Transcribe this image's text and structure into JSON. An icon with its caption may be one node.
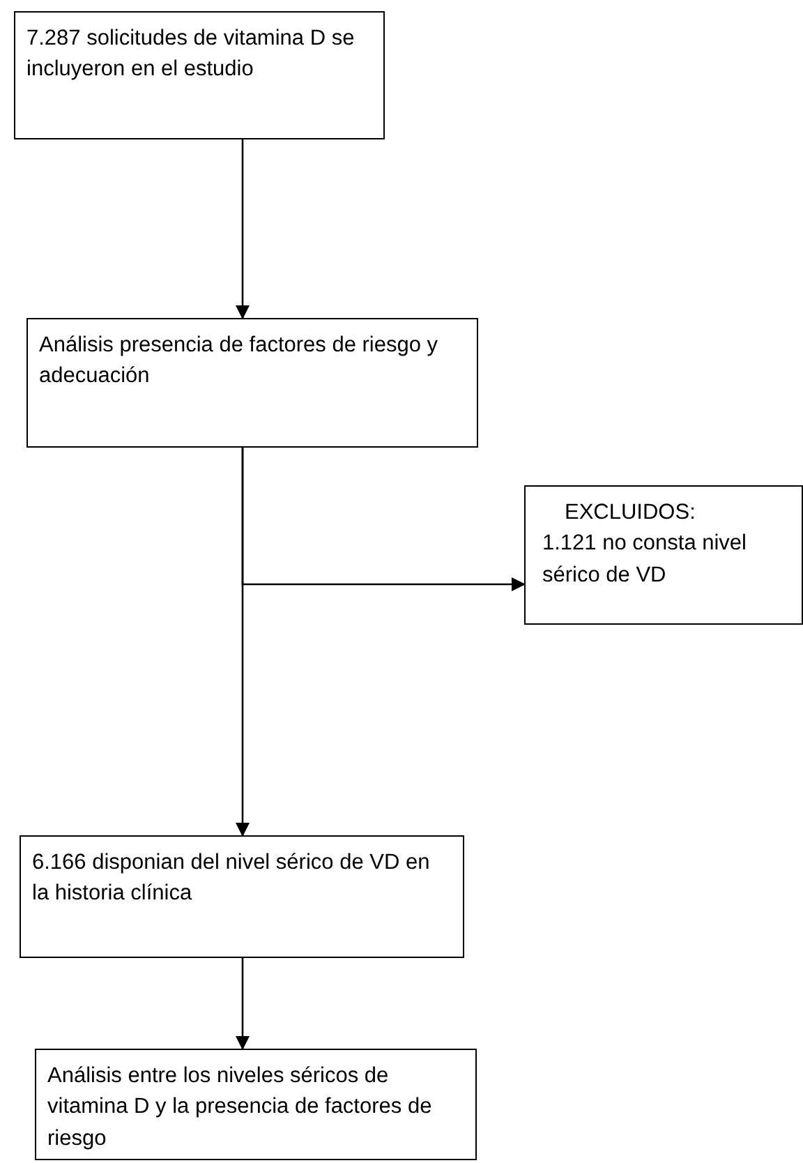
{
  "diagram": {
    "nodes": [
      {
        "text": [
          "7.287 solicitudes de vitamina D se incluyeron en el estudio"
        ]
      },
      {
        "text": [
          "Análisis presencia de factores de riesgo y adecuación"
        ]
      },
      {
        "text": [
          "EXCLUIDOS:",
          "1.121 no consta nivel sérico de VD"
        ]
      },
      {
        "text": [
          "6.166 disponian del nivel sérico de VD en la historia clínica"
        ]
      },
      {
        "text": [
          "Análisis entre los niveles séricos de vitamina D y la presencia de factores de riesgo"
        ]
      }
    ],
    "edges": [
      {
        "from": 0,
        "to": 1,
        "arrow": "to"
      },
      {
        "from": 1,
        "to": 2,
        "arrow": "to"
      },
      {
        "from": 1,
        "to": 3,
        "arrow": "to"
      },
      {
        "from": 3,
        "to": 4,
        "arrow": "to"
      }
    ]
  }
}
